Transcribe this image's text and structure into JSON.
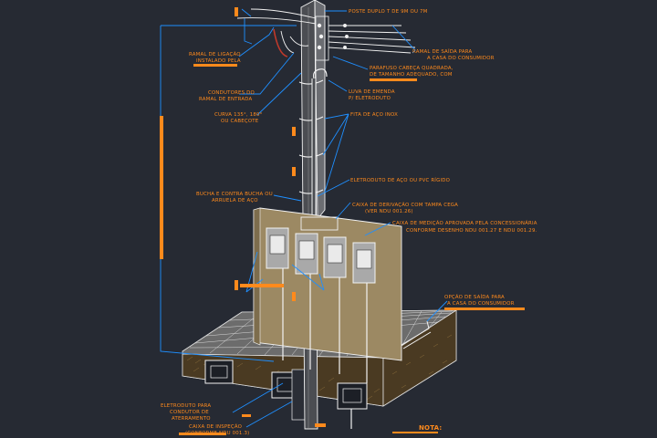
{
  "labels": {
    "poste": "POSTE DUPLO T DE 9M OU 7M",
    "ramal_saida": [
      "RAMAL DE SAÍDA PARA",
      "A CASA DO CONSUMIDOR"
    ],
    "ramal_ligacao": [
      "RAMAL DE LIGAÇÃO",
      "INSTALADO PELA"
    ],
    "parafuso": [
      "PARAFUSO CABEÇA QUADRADA,",
      "DE TAMANHO ADEQUADO, COM"
    ],
    "condutores": [
      "CONDUTORES DO",
      "RAMAL DE ENTRADA"
    ],
    "luva": [
      "LUVA DE EMENDA",
      "P/ ELETRODUTO"
    ],
    "curva": [
      "CURVA 135°, 180°",
      "OU CABEÇOTE"
    ],
    "fita": "FITA DE AÇO INOX",
    "eletroduto": "ELETRODUTO DE AÇO OU PVC RÍGIDO",
    "bucha": [
      "BUCHA E CONTRA BUCHA OU",
      "ARRUELA DE AÇO"
    ],
    "caixa_derivacao": [
      "CAIXA DE DERIVAÇÃO COM TAMPA CEGA",
      "(VER NDU 001.26)"
    ],
    "caixa_medicao": [
      "CAIXA DE MEDIÇÃO APROVADA PELA CONCESSIONÁRIA",
      "CONFORME DESENHO NDU 001.27 E NDU 001.29."
    ],
    "opcao_saida": [
      "OPÇÃO DE SAÍDA PARA",
      "A CASA DO CONSUMIDOR"
    ],
    "eletroduto_aterr": [
      "ELETRODUTO PARA",
      "CONDUTOR DE",
      "ATERRAMENTO"
    ],
    "caixa_inspecao": [
      "CAIXA DE INSPEÇÃO",
      "(CONFORME NDU 001.3)"
    ],
    "nota": "NOTA:"
  },
  "colors": {
    "background": "#262a33",
    "label": "#ff8a1c",
    "leader": "#1f8fff",
    "panel": "#9c8963",
    "line": "#f2f2f2"
  }
}
